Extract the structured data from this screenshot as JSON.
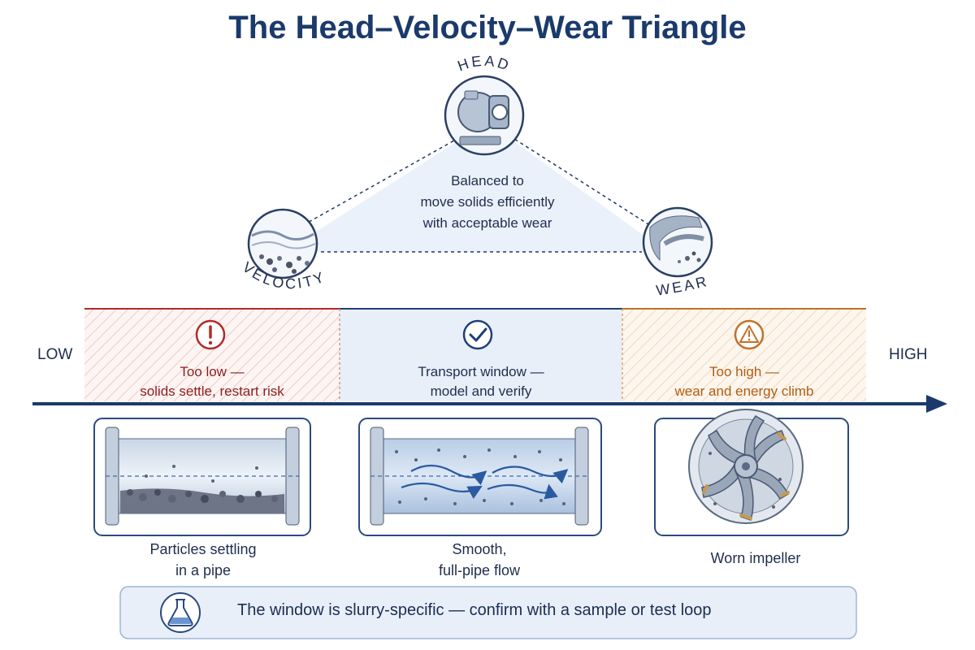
{
  "title": "The Head–Velocity–Wear Triangle",
  "triangle": {
    "top_label": "HEAD",
    "left_label": "VELOCITY",
    "right_label": "WEAR",
    "center_text": [
      "Balanced to",
      "move solids efficiently",
      "with acceptable wear"
    ]
  },
  "scale": {
    "low_label": "LOW",
    "high_label": "HIGH"
  },
  "zones": [
    {
      "lines": [
        "Too low —",
        "solids settle, restart risk"
      ],
      "icon": "exclamation-icon",
      "color": "#b22a2a"
    },
    {
      "lines": [
        "Transport window —",
        "model and verify"
      ],
      "icon": "checkmark-icon",
      "color": "#1f3f7a"
    },
    {
      "lines": [
        "Too high —",
        "wear and energy climb"
      ],
      "icon": "warning-triangle-icon",
      "color": "#c2702a"
    }
  ],
  "panels": [
    {
      "caption": [
        "Particles settling",
        "in a pipe"
      ],
      "icon": "settling-pipe-illustration"
    },
    {
      "caption": [
        "Smooth,",
        "full-pipe flow"
      ],
      "icon": "flowing-pipe-illustration"
    },
    {
      "caption": [
        "Worn impeller"
      ],
      "icon": "worn-impeller-illustration"
    }
  ],
  "note": {
    "text": "The window is slurry-specific — confirm with a sample or test loop",
    "icon": "flask-icon"
  },
  "colors": {
    "navy": "#1b3a6b",
    "red": "#b22a2a",
    "orange": "#c2702a",
    "light_blue": "#e8eff9"
  }
}
